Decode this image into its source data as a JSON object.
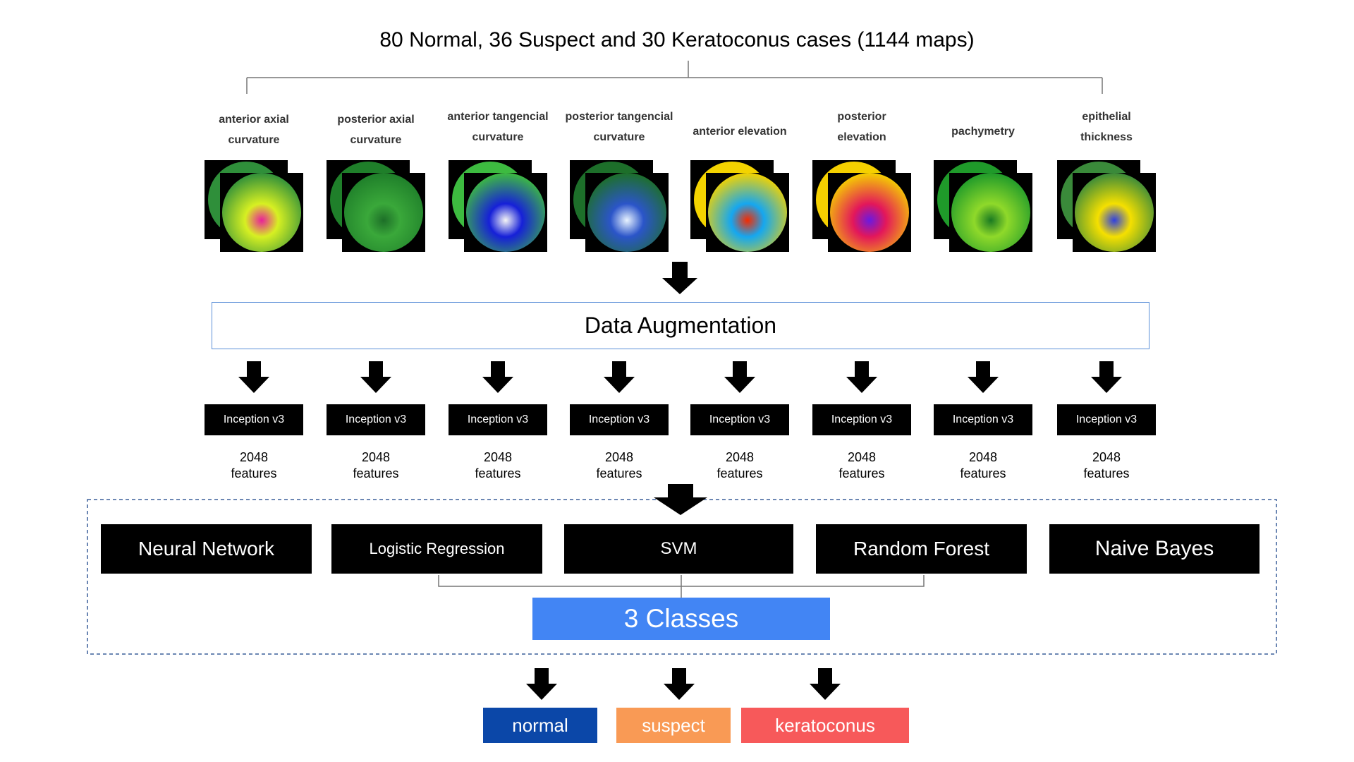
{
  "title": "80 Normal, 36 Suspect and 30 Keratoconus cases (1144 maps)",
  "maps": [
    {
      "line1": "anterior axial",
      "line2": "curvature"
    },
    {
      "line1": "posterior axial",
      "line2": "curvature"
    },
    {
      "line1": "anterior tangencial",
      "line2": "curvature"
    },
    {
      "line1": "posterior tangencial",
      "line2": "curvature"
    },
    {
      "line1": "anterior elevation",
      "line2": ""
    },
    {
      "line1": "posterior",
      "line2": "elevation"
    },
    {
      "line1": "pachymetry",
      "line2": ""
    },
    {
      "line1": "epithelial",
      "line2": "thickness"
    }
  ],
  "augmentation_label": "Data Augmentation",
  "extractor_label": "Inception v3",
  "features_count": "2048",
  "features_word": "features",
  "classifiers": [
    "Neural Network",
    "Logistic Regression",
    "SVM",
    "Random Forest",
    "Naive Bayes"
  ],
  "classes_label": "3 Classes",
  "outputs": [
    {
      "label": "normal",
      "color": "#0b47a8"
    },
    {
      "label": "suspect",
      "color": "#f99a55"
    },
    {
      "label": "keratoconus",
      "color": "#f7595a"
    }
  ],
  "colors": {
    "augmentation_border": "#5b8fd8",
    "classes_fill": "#4285f4",
    "boxes": "#000000"
  }
}
